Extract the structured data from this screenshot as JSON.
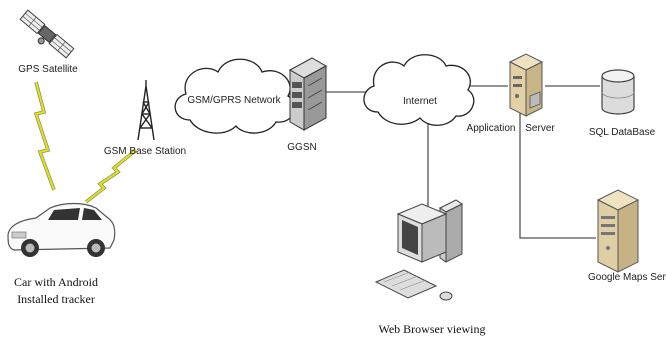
{
  "labels": {
    "gps_satellite": "GPS Satellite",
    "gsm_base_station": "GSM Base Station",
    "gsm_gprs_network": "GSM/GPRS Network",
    "ggsn": "GGSN",
    "internet": "Internet",
    "application": "Application",
    "server": "Server",
    "sql_database": "SQL DataBase",
    "google_maps_server": "Google Maps Server",
    "car_line1": "Car with Android",
    "car_line2": "Installed tracker",
    "web_browser": "Web Browser viewing"
  },
  "icons": [
    "satellite-icon",
    "cell-tower-icon",
    "cloud-icon",
    "router-icon",
    "server-icon",
    "database-icon",
    "computer-icon",
    "car-icon",
    "lightning-icon"
  ],
  "colors": {
    "line": "#555555",
    "bolt": "#e6e600",
    "device": "#d9c8a0",
    "cloud_stroke": "#222222"
  }
}
